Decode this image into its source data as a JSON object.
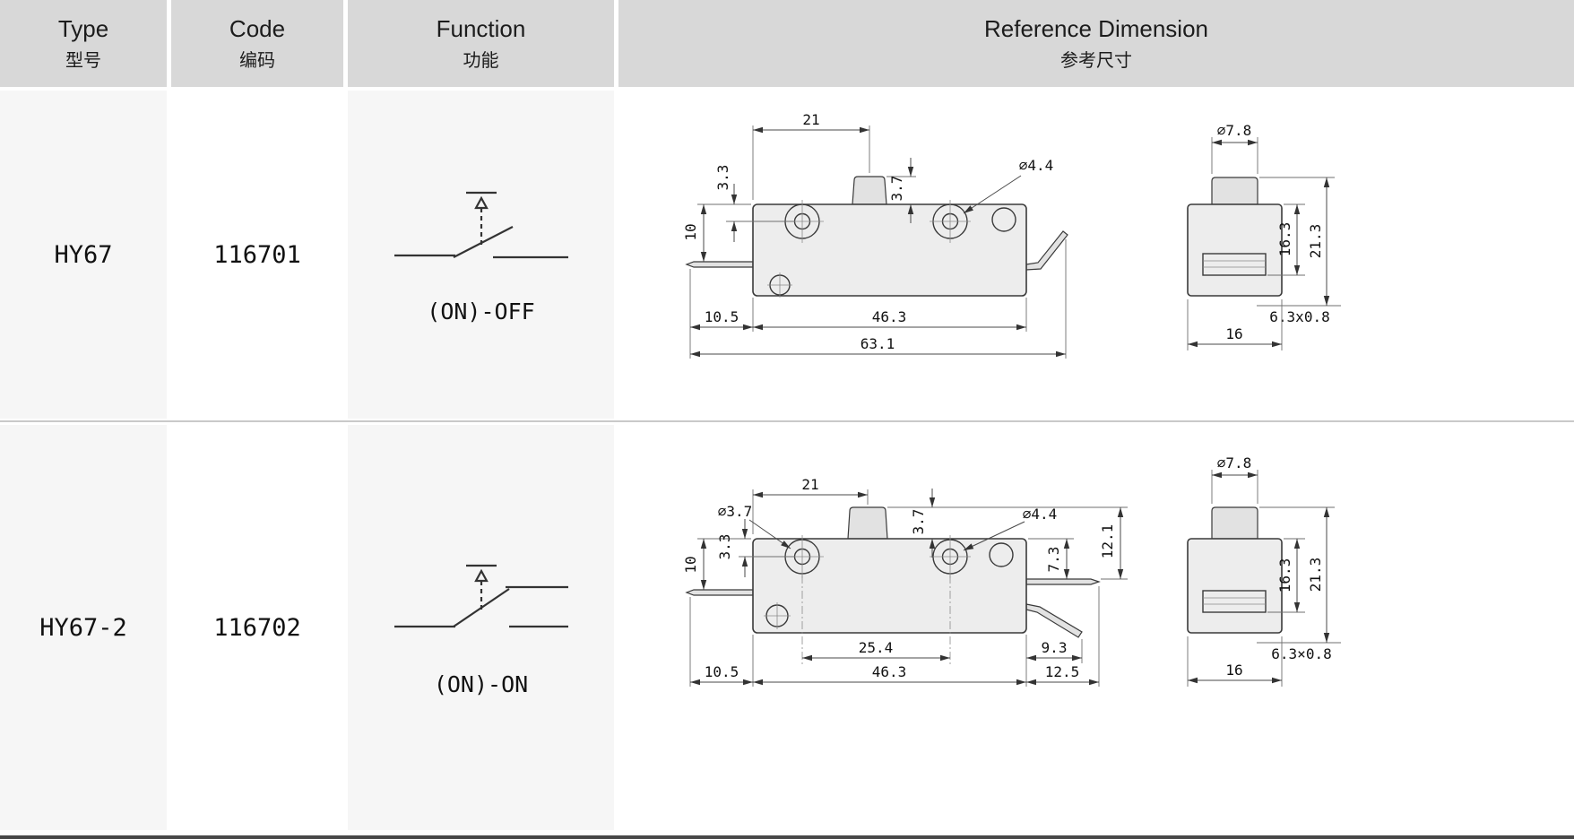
{
  "table": {
    "headers": [
      {
        "en": "Type",
        "zh": "型号"
      },
      {
        "en": "Code",
        "zh": "编码"
      },
      {
        "en": "Function",
        "zh": "功能"
      },
      {
        "en": "Reference Dimension",
        "zh": "参考尺寸"
      }
    ]
  },
  "colors": {
    "header_bg": "#d8d8d8",
    "stripe_bg": "#f6f6f6",
    "drawing_line": "#3a3a3a",
    "bottom_rule": "#474747"
  },
  "rows": [
    {
      "type": "HY67",
      "code": "116701",
      "func": "(ON)-OFF",
      "side": {
        "w21": "21",
        "h33": "3.3",
        "h10": "10",
        "h37": "3.7",
        "dia44": "∅4.4",
        "b105": "10.5",
        "b463": "46.3",
        "b631": "63.1"
      },
      "end": {
        "dia78": "∅7.8",
        "h163": "16.3",
        "h213": "21.3",
        "slot": "6.3x0.8",
        "w16": "16"
      }
    },
    {
      "type": "HY67-2",
      "code": "116702",
      "func": "(ON)-ON",
      "side": {
        "w21": "21",
        "dia37": "∅3.7",
        "h33": "3.3",
        "h10": "10",
        "h37": "3.7",
        "dia44": "∅4.4",
        "h73": "7.3",
        "h121": "12.1",
        "b254": "25.4",
        "b93": "9.3",
        "b105": "10.5",
        "b463": "46.3",
        "b125": "12.5"
      },
      "end": {
        "dia78": "∅7.8",
        "h163": "16.3",
        "h213": "21.3",
        "slot": "6.3×0.8",
        "w16": "16"
      }
    }
  ]
}
